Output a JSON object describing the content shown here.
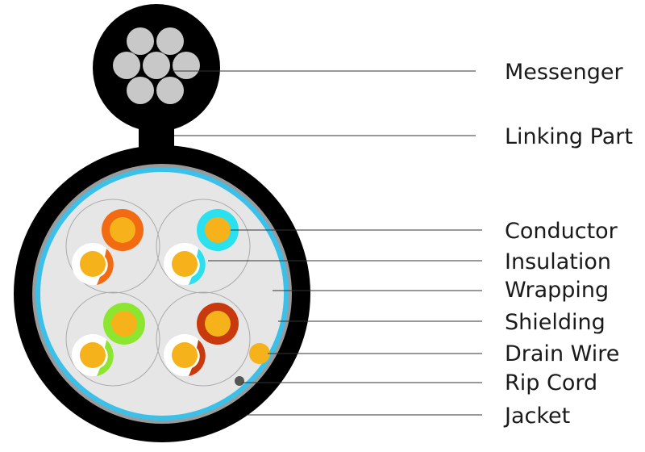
{
  "labels": {
    "messenger": "Messenger",
    "linking_part": "Linking Part",
    "conductor": "Conductor",
    "insulation": "Insulation",
    "wrapping": "Wrapping",
    "shielding": "Shielding",
    "drain_wire": "Drain Wire",
    "rip_cord": "Rip Cord",
    "jacket": "Jacket"
  },
  "colors": {
    "jacket": "#000000",
    "shielding": "#999999",
    "wrapping": "#3bc0ea",
    "filler": "#e6e6e6",
    "messenger_strand": "#c8c8c8",
    "conductor": "#f5b21a",
    "pair_1": "#f26a12",
    "pair_2": "#2be0ef",
    "pair_3": "#8ce630",
    "pair_4": "#c8390d",
    "pair_white": "#ffffff",
    "drain_wire": "#f5b21a",
    "rip_cord": "#555555"
  }
}
